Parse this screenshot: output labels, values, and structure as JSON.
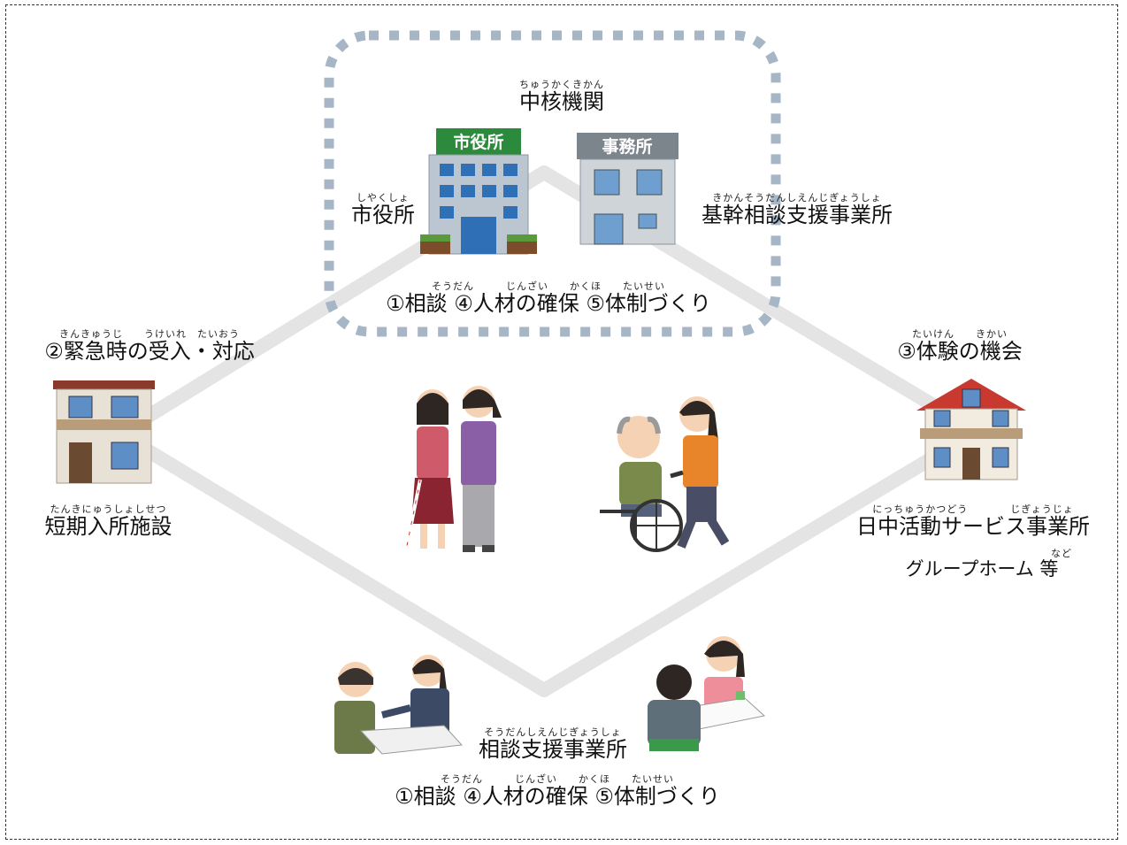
{
  "core": {
    "title": "中核機関",
    "title_ruby": "ちゅうかくきかん",
    "city_hall": {
      "label": "市役所",
      "ruby": "しやくしょ",
      "sign": "市役所"
    },
    "office": {
      "label": "基幹相談支援事業所",
      "ruby": "きかんそうだんしえんじぎょうしょ",
      "sign": "事務所"
    },
    "functions": "①相談 ④人材の確保 ⑤体制づくり",
    "functions_ruby": "そうだん　　　じんざい　　かくほ　　たいせい"
  },
  "short_stay": {
    "function": "②緊急時の受入・対応",
    "function_ruby": "きんきゅうじ　　うけいれ　たいおう",
    "label": "短期入所施設",
    "ruby": "たんきにゅうしょしせつ"
  },
  "experience": {
    "function": "③体験の機会",
    "function_ruby": "たいけん　　きかい",
    "label": "日中活動サービス事業所",
    "ruby": "にっちゅうかつどう　　　　じぎょうじょ",
    "label2": "グループホーム 等",
    "label2_ruby": "など"
  },
  "consult": {
    "label": "相談支援事業所",
    "ruby": "そうだんしえんじぎょうしょ",
    "functions": "①相談 ④人材の確保 ⑤体制づくり",
    "functions_ruby": "そうだん　　　じんざい　　かくほ　　たいせい"
  },
  "colors": {
    "link": "#e6e6e6",
    "core_border": "#a9b8c8",
    "building_blue": "#2f6fb5",
    "sign_green": "#2c8a3c"
  }
}
